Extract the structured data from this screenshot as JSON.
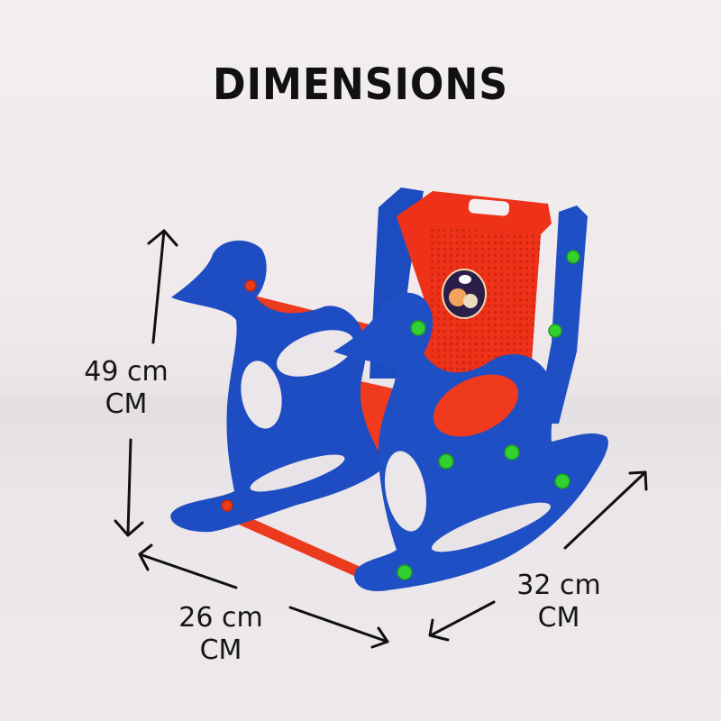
{
  "title": "DIMENSIONS",
  "product": {
    "name": "kids rocking chair",
    "colors": {
      "frame": "#1f4fc4",
      "seat": "#f0321c",
      "pegs": "#2fd12f",
      "background": "#efe9eb"
    }
  },
  "dimensions": {
    "height": {
      "value": "49 cm",
      "unit": "CM"
    },
    "width": {
      "value": "26 cm",
      "unit": "CM"
    },
    "depth": {
      "value": "32 cm",
      "unit": "CM"
    }
  },
  "icons": [
    "arrow-up-icon",
    "arrow-down-icon",
    "arrow-left-icon",
    "arrow-right-icon",
    "arrow-up-right-icon",
    "arrow-down-left-icon",
    "sticker-badge-icon"
  ]
}
